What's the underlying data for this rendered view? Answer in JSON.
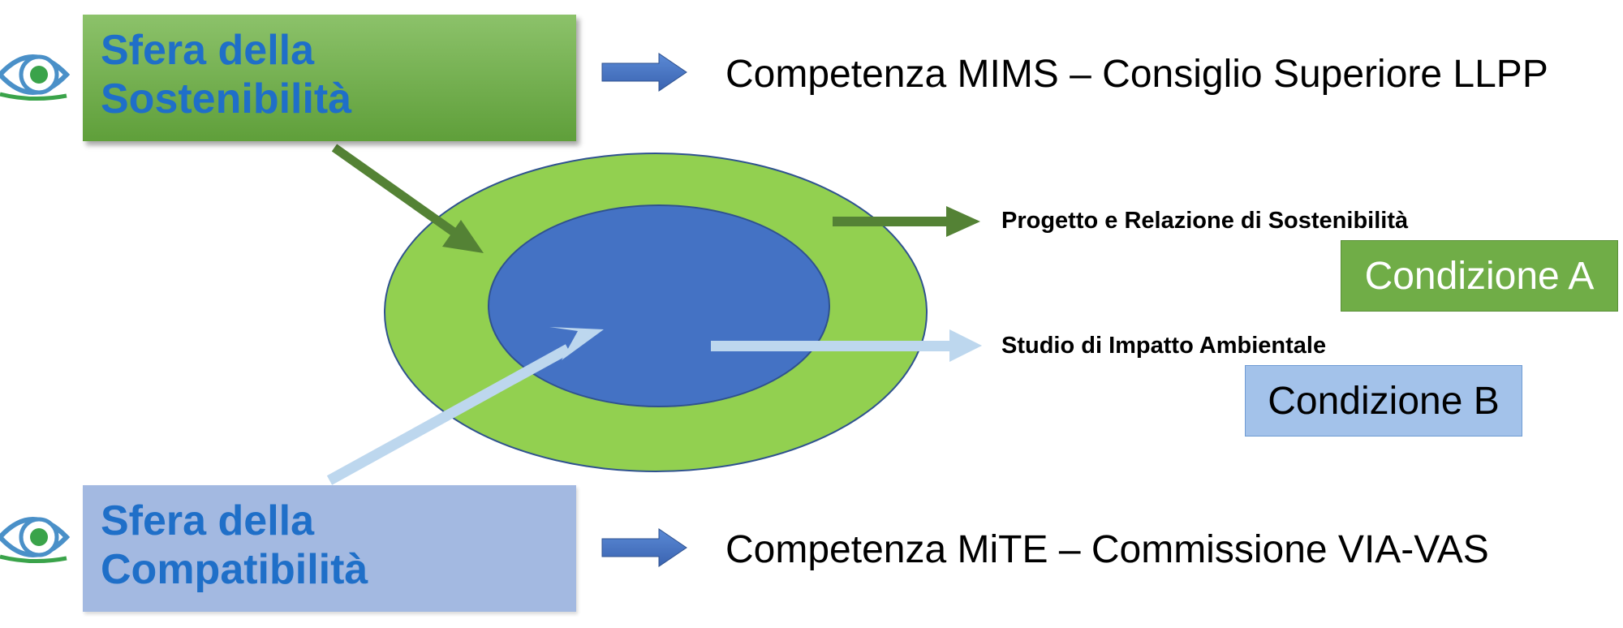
{
  "spheres": {
    "sostenibilita": {
      "line1": "Sfera della",
      "line2": "Sostenibilità",
      "competenza": "Competenza MIMS – Consiglio Superiore LLPP"
    },
    "compatibilita": {
      "line1": "Sfera della",
      "line2": "Compatibilità",
      "competenza": "Competenza MiTE – Commissione VIA-VAS"
    }
  },
  "labels": {
    "progetto": "Progetto e Relazione di Sostenibilità",
    "studio": "Studio di Impatto Ambientale"
  },
  "conditions": {
    "a": "Condizione A",
    "b": "Condizione B"
  },
  "icons": [
    "eye-icon",
    "arrow-right-icon"
  ],
  "colors": {
    "outer_ellipse": "#92d050",
    "inner_ellipse": "#4472c4",
    "dark_green_arrow": "#548235",
    "light_blue_arrow": "#bdd7ee",
    "blue_arrow": "#4472c4",
    "sphere_text": "#1f6fc8"
  }
}
